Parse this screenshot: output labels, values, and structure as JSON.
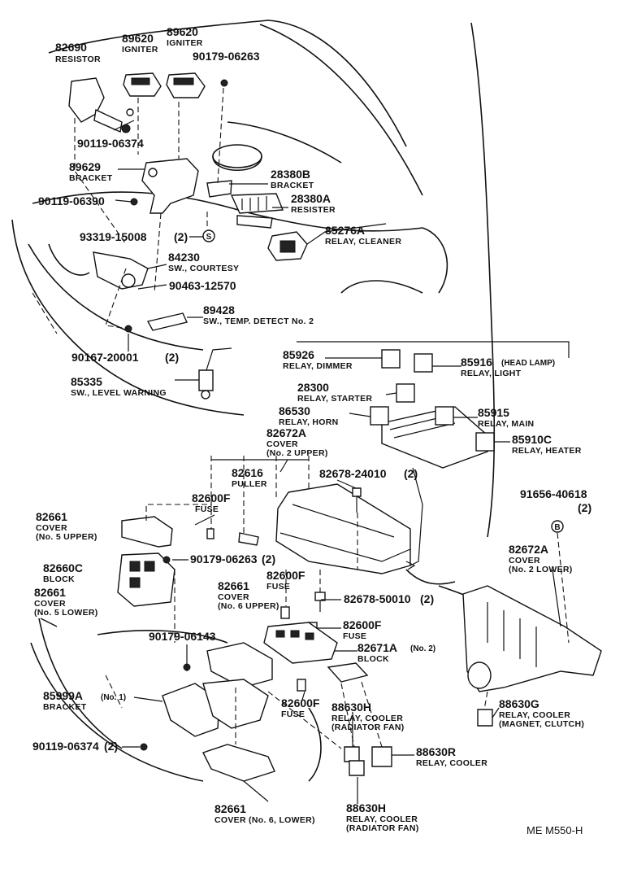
{
  "labels": {
    "l01": {
      "pn": "82690",
      "desc": "RESISTOR"
    },
    "l02": {
      "pn": "89620",
      "desc": "IGNITER"
    },
    "l03": {
      "pn": "89620",
      "desc": "IGNITER"
    },
    "l04": {
      "pn": "90179-06263"
    },
    "l05": {
      "pn": "90119-06374"
    },
    "l06": {
      "pn": "89629",
      "desc": "BRACKET"
    },
    "l07": {
      "pn": "28380B",
      "desc": "BRACKET"
    },
    "l08": {
      "pn": "90119-06390"
    },
    "l09": {
      "pn": "28380A",
      "desc": "RESISTER"
    },
    "l10": {
      "pn": "93319-15008",
      "note": "(2)"
    },
    "l11": {
      "pn": "85276A",
      "desc": "RELAY, CLEANER"
    },
    "l12": {
      "pn": "84230",
      "desc": "SW., COURTESY"
    },
    "l13": {
      "pn": "90463-12570"
    },
    "l14": {
      "pn": "89428",
      "desc": "SW., TEMP. DETECT No. 2"
    },
    "l15": {
      "pn": "90167-20001",
      "note": "(2)"
    },
    "l16": {
      "pn": "85926",
      "desc": "RELAY, DIMMER"
    },
    "l17": {
      "pn": "85916",
      "note": "(HEAD LAMP)",
      "desc": "RELAY, LIGHT"
    },
    "l18": {
      "pn": "85335",
      "desc": "SW., LEVEL WARNING"
    },
    "l19": {
      "pn": "28300",
      "desc": "RELAY, STARTER"
    },
    "l20": {
      "pn": "86530",
      "desc": "RELAY, HORN"
    },
    "l21": {
      "pn": "85915",
      "desc": "RELAY, MAIN"
    },
    "l22": {
      "pn": "82672A",
      "desc": "COVER",
      "desc2": "(No. 2 UPPER)"
    },
    "l23": {
      "pn": "85910C",
      "desc": "RELAY, HEATER"
    },
    "l24": {
      "pn": "82616",
      "desc": "PULLER"
    },
    "l25": {
      "pn": "82678-24010",
      "note": "(2)"
    },
    "l26": {
      "pn": "82600F",
      "desc": "FUSE"
    },
    "l27": {
      "pn": "91656-40618",
      "note": "(2)"
    },
    "l28": {
      "pn": "82661",
      "desc": "COVER",
      "desc2": "(No. 5 UPPER)"
    },
    "l29": {
      "pn": "82672A",
      "desc": "COVER",
      "desc2": "(No. 2 LOWER)"
    },
    "l30": {
      "pn": "82660C",
      "desc": "BLOCK"
    },
    "l31": {
      "pn": "90179-06263",
      "note": "(2)"
    },
    "l32": {
      "pn": "82661",
      "desc": "COVER",
      "desc2": "(No. 5 LOWER)"
    },
    "l33": {
      "pn": "82600F",
      "desc": "FUSE"
    },
    "l34": {
      "pn": "82678-50010",
      "note": "(2)"
    },
    "l35": {
      "pn": "82661",
      "desc": "COVER",
      "desc2": "(No. 6 UPPER)"
    },
    "l36": {
      "pn": "82600F",
      "desc": "FUSE"
    },
    "l37": {
      "pn": "90179-06143"
    },
    "l38": {
      "pn": "82671A",
      "note": "(No. 2)",
      "desc": "BLOCK"
    },
    "l39": {
      "pn": "85999A",
      "note": "(No. 1)",
      "desc": "BRACKET"
    },
    "l40": {
      "pn": "82600F",
      "desc": "FUSE"
    },
    "l41": {
      "pn": "88630H",
      "desc": "RELAY, COOLER",
      "desc2": "(RADIATOR FAN)"
    },
    "l42": {
      "pn": "88630G",
      "desc": "RELAY, COOLER",
      "desc2": "(MAGNET, CLUTCH)"
    },
    "l43": {
      "pn": "90119-06374",
      "note": "(2)"
    },
    "l44": {
      "pn": "88630R",
      "desc": "RELAY, COOLER"
    },
    "l45": {
      "pn": "88630H",
      "desc": "RELAY, COOLER",
      "desc2": "(RADIATOR FAN)"
    },
    "l46": {
      "pn": "82661",
      "desc": "COVER (No. 6, LOWER)"
    }
  },
  "markers": {
    "s": "S",
    "b": "B"
  },
  "footer": {
    "code": "ME  M550-H"
  }
}
